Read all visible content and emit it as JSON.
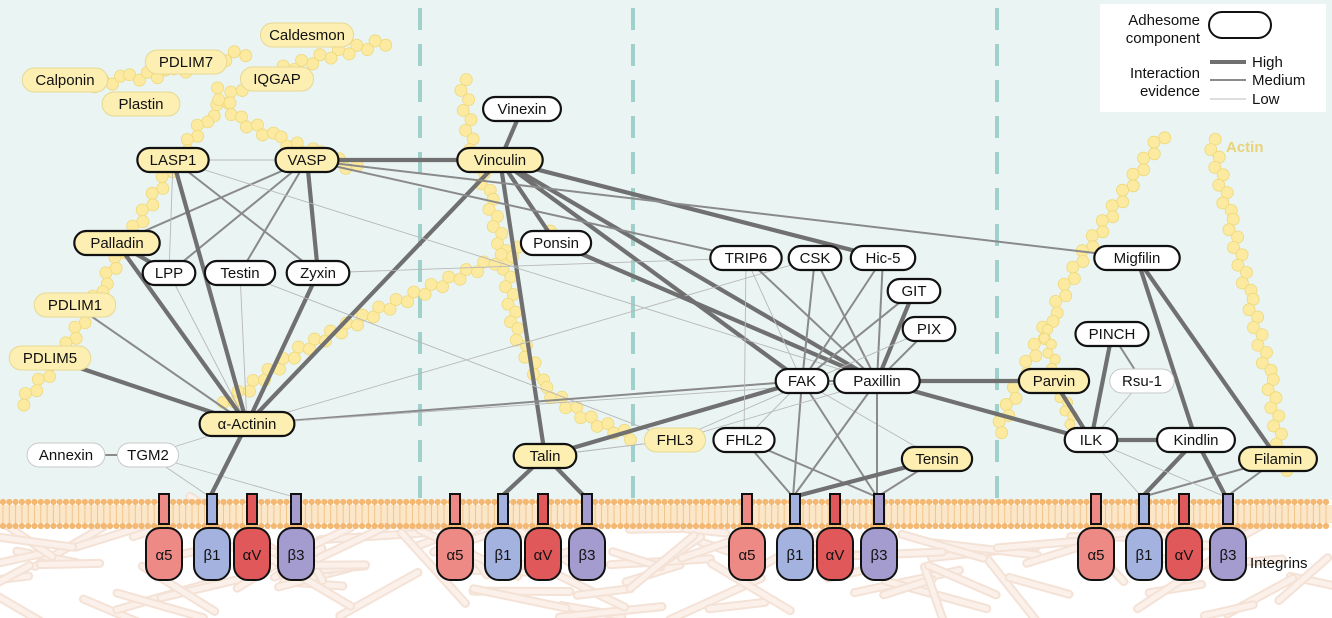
{
  "legend": {
    "component_label_1": "Adhesome",
    "component_label_2": "component",
    "evidence_label_1": "Interaction",
    "evidence_label_2": "evidence",
    "high": "High",
    "medium": "Medium",
    "low": "Low"
  },
  "actin_label": "Actin",
  "integrins_label": "Integrins",
  "colors": {
    "background": "#e9f4f3",
    "actin_bead": "#fbeaa0",
    "node_yellow": "#fdefb2",
    "node_white": "#ffffff",
    "edge": "#707070",
    "alpha_subunit": "#ee8a86",
    "beta_subunit": "#a3b2de",
    "alpha_v_subunit": "#e0585a",
    "beta3_subunit": "#a49ccf",
    "membrane": "#f3c48a"
  },
  "nodes": {
    "caldesmon": "Caldesmon",
    "pdlim7": "PDLIM7",
    "calponin": "Calponin",
    "iqgap": "IQGAP",
    "plastin": "Plastin",
    "lasp1": "LASP1",
    "vasp": "VASP",
    "palladin": "Palladin",
    "lpp": "LPP",
    "testin": "Testin",
    "zyxin": "Zyxin",
    "pdlim1": "PDLIM1",
    "pdlim5": "PDLIM5",
    "actinin": "α-Actinin",
    "annexin": "Annexin",
    "tgm2": "TGM2",
    "vinexin": "Vinexin",
    "vinculin": "Vinculin",
    "ponsin": "Ponsin",
    "talin": "Talin",
    "fhl3": "FHL3",
    "fhl2": "FHL2",
    "trip6": "TRIP6",
    "csk": "CSK",
    "hic5": "Hic-5",
    "git": "GIT",
    "pix": "PIX",
    "fak": "FAK",
    "paxillin": "Paxillin",
    "tensin": "Tensin",
    "parvin": "Parvin",
    "migfilin": "Migfilin",
    "pinch": "PINCH",
    "rsu1": "Rsu-1",
    "ilk": "ILK",
    "kindlin": "Kindlin",
    "filamin": "Filamin"
  },
  "integrins": {
    "a5": "α5",
    "b1": "β1",
    "av": "αV",
    "b3": "β3"
  }
}
